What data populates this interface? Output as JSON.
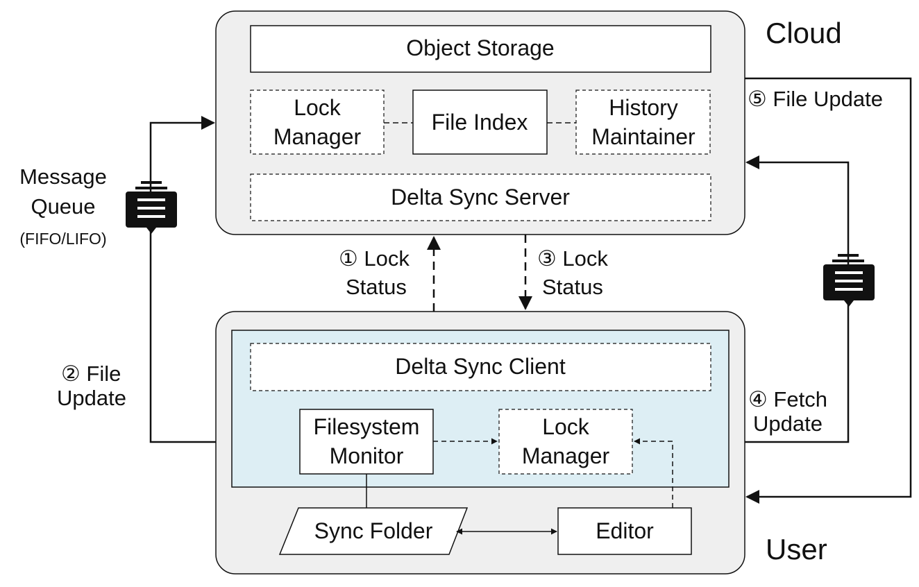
{
  "regions": {
    "cloud": "Cloud",
    "user": "User"
  },
  "cloud": {
    "object_storage": "Object Storage",
    "lock_manager": [
      "Lock",
      "Manager"
    ],
    "file_index": "File Index",
    "history_maintainer": [
      "History",
      "Maintainer"
    ],
    "delta_sync_server": "Delta Sync Server"
  },
  "user": {
    "delta_sync_client": "Delta Sync Client",
    "filesystem_monitor": [
      "Filesystem",
      "Monitor"
    ],
    "lock_manager": [
      "Lock",
      "Manager"
    ],
    "sync_folder": "Sync Folder",
    "editor": "Editor"
  },
  "message_queue": {
    "line1": "Message",
    "line2": "Queue",
    "mode": "(FIFO/LIFO)"
  },
  "flows": {
    "step1": [
      "① Lock",
      "Status"
    ],
    "step2": [
      "② File",
      "Update"
    ],
    "step3": [
      "③ Lock",
      "Status"
    ],
    "step4": [
      "④ Fetch",
      "Update"
    ],
    "step5": "⑤ File Update"
  },
  "colors": {
    "panel": "#efefef",
    "client_panel": "#ddeef4",
    "stroke": "#111111"
  },
  "icons": [
    "message-queue-icon"
  ]
}
